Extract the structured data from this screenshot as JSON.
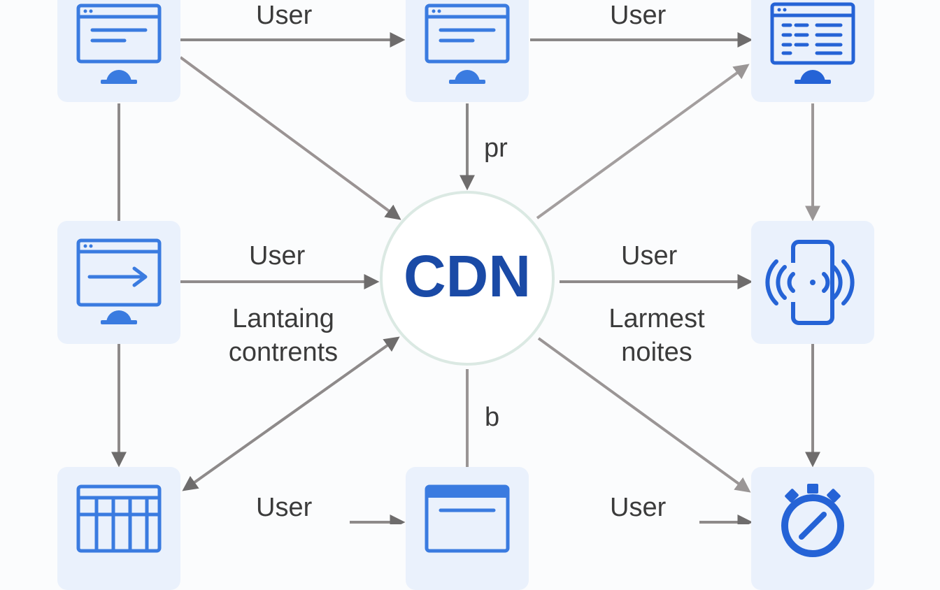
{
  "diagram": {
    "center": {
      "label": "CDN"
    },
    "edge_labels": {
      "top_left_to_top_center": "User",
      "top_center_to_top_right": "User",
      "top_center_to_cdn": "pr",
      "mid_left_to_cdn": "User",
      "mid_left_note_line1": "Lantaing",
      "mid_left_note_line2": "contrents",
      "cdn_to_mid_right": "User",
      "mid_right_note_line1": "Larmest",
      "mid_right_note_line2": "noites",
      "cdn_to_bottom_center": "b",
      "bottom_left_to_bottom_center": "User",
      "bottom_center_to_bottom_right": "User"
    },
    "nodes": [
      {
        "id": "top-left",
        "icon": "computer-monitor-icon"
      },
      {
        "id": "top-center",
        "icon": "computer-monitor-icon"
      },
      {
        "id": "top-right",
        "icon": "server-monitor-icon"
      },
      {
        "id": "mid-left",
        "icon": "monitor-transfer-icon"
      },
      {
        "id": "mid-right",
        "icon": "mobile-signal-icon"
      },
      {
        "id": "bottom-left",
        "icon": "grid-monitor-icon"
      },
      {
        "id": "bottom-center",
        "icon": "computer-monitor-icon"
      },
      {
        "id": "bottom-right",
        "icon": "gear-settings-icon"
      }
    ],
    "colors": {
      "icon_blue": "#3a7be0",
      "icon_dark_blue": "#2563d6",
      "arrow_gray": "#8a8888",
      "node_bg": "#eaf1fc",
      "cdn_text": "#1a4aa6",
      "cdn_ring": "#dbe9e3"
    }
  }
}
